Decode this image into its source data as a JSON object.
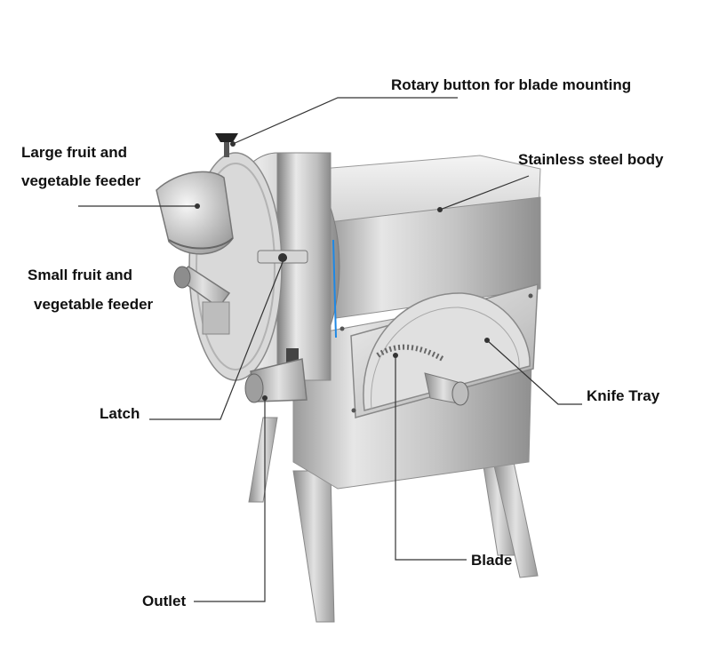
{
  "labels": {
    "rotary_button": "Rotary button for blade mounting",
    "stainless_body": "Stainless steel body",
    "large_feeder_1": "Large fruit and",
    "large_feeder_2": "vegetable feeder",
    "small_feeder_1": "Small fruit and",
    "small_feeder_2": "vegetable feeder",
    "knife_tray": "Knife Tray",
    "latch": "Latch",
    "blade": "Blade",
    "outlet": "Outlet"
  },
  "colors": {
    "leader_line": "#333333",
    "steel_light": "#f2f2f2",
    "steel_mid": "#c9c9c9",
    "steel_dark": "#8e8e8e",
    "blue_accent": "#1e88e5"
  },
  "icons": {
    "machine": "vegetable-cutter-machine-illustration"
  }
}
